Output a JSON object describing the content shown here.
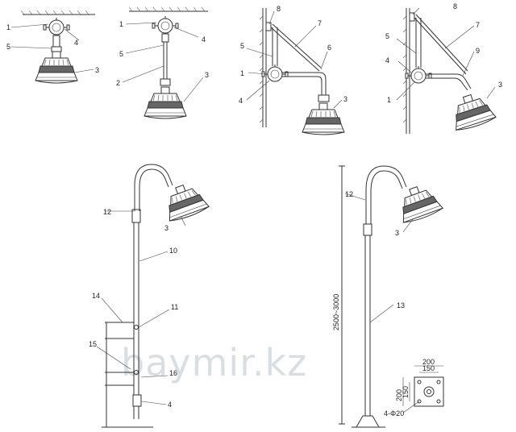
{
  "watermark": "baymir.kz",
  "fig1": {
    "labels": [
      "1",
      "4",
      "5",
      "3"
    ]
  },
  "fig2": {
    "labels": [
      "1",
      "4",
      "5",
      "2",
      "3"
    ]
  },
  "fig3": {
    "labels": [
      "8",
      "7",
      "5",
      "6",
      "1",
      "4",
      "3"
    ]
  },
  "fig4": {
    "labels": [
      "8",
      "7",
      "5",
      "9",
      "4",
      "1",
      "3"
    ]
  },
  "fig5": {
    "labels": [
      "12",
      "3",
      "10",
      "14",
      "11",
      "15",
      "16",
      "4"
    ]
  },
  "fig6": {
    "labels": [
      "12",
      "3",
      "13"
    ],
    "height_dim": "2500~3000",
    "base_dims": {
      "top": "200",
      "inner_top": "150",
      "left": "200",
      "inner_left": "150",
      "holes": "4-Φ20"
    }
  }
}
